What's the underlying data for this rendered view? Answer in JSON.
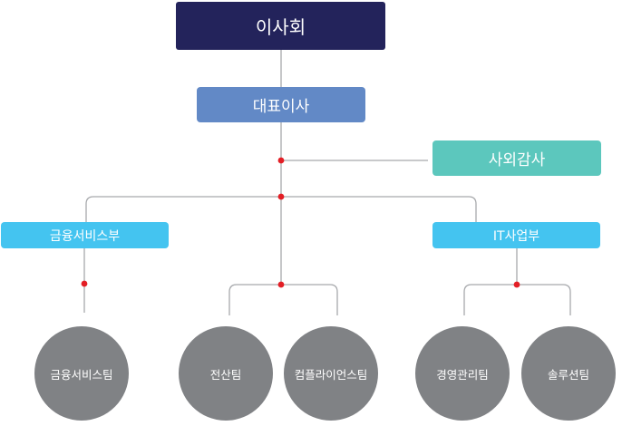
{
  "colors": {
    "board": "#23235b",
    "ceo": "#6289c6",
    "audit": "#5cc7bd",
    "division": "#44c4f0",
    "team": "#808285",
    "line": "#a7a9ac",
    "dot": "#e31e25"
  },
  "chart": {
    "board": "이사회",
    "ceo": "대표이사",
    "audit": "사외감사",
    "divisions": [
      {
        "label": "금융서비스부",
        "teams": [
          "금융서비스팀"
        ]
      },
      {
        "label": "IT사업부",
        "teams": [
          "경영관리팀",
          "솔루션팀"
        ]
      }
    ],
    "direct_teams": [
      "전산팀",
      "컴플라이언스팀"
    ]
  }
}
